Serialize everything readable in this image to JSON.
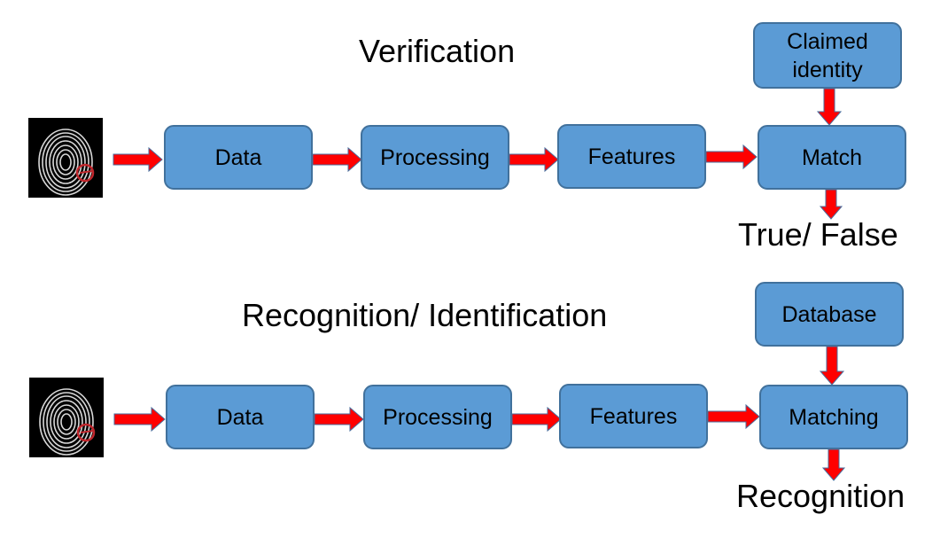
{
  "verification": {
    "title": "Verification",
    "steps": {
      "data": "Data",
      "processing": "Processing",
      "features": "Features",
      "match": "Match"
    },
    "claimed_identity": "Claimed identity",
    "outcome": "True/ False"
  },
  "recognition": {
    "title": "Recognition/ Identification",
    "steps": {
      "data": "Data",
      "processing": "Processing",
      "features": "Features",
      "matching": "Matching"
    },
    "database": "Database",
    "outcome": "Recognition"
  },
  "colors": {
    "box_fill": "#5b9bd5",
    "box_border": "#41719c",
    "arrow_fill": "#ff0000",
    "arrow_edge": "#4a6d9c"
  }
}
